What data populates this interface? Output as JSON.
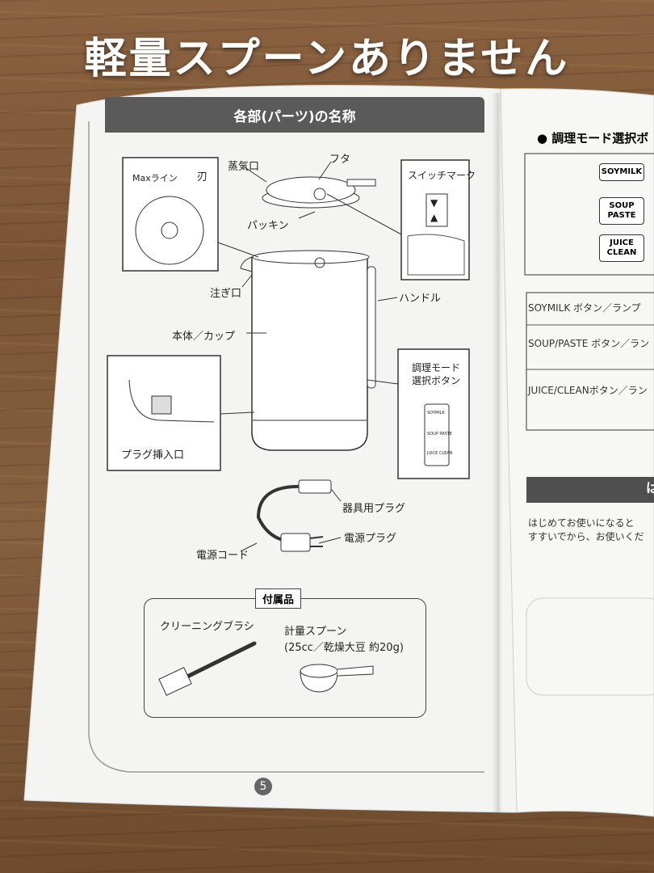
{
  "caption": "軽量スプーンありません",
  "left_page": {
    "section_title": "各部(パーツ)の名称",
    "labels": {
      "max_line": "Maxライン",
      "blade": "刃",
      "steam_port": "蒸気口",
      "lid": "フタ",
      "switch_mark": "スイッチマーク",
      "packing": "パッキン",
      "spout": "注ぎ口",
      "handle": "ハンドル",
      "body_cup": "本体／カップ",
      "mode_select_1": "調理モード",
      "mode_select_2": "選択ボタン",
      "plug_inlet": "プラグ挿入口",
      "appliance_plug": "器具用プラグ",
      "power_plug": "電源プラグ",
      "power_cord": "電源コード"
    },
    "mini_buttons": [
      "SOYMILK",
      "SOUP PASTE",
      "JUICE CLEAN"
    ],
    "arrows": [
      "▼",
      "▲"
    ],
    "accessories": {
      "title": "付属品",
      "brush": "クリーニングブラシ",
      "spoon": "計量スプーン",
      "spoon_note": "(25cc／乾燥大豆 約20g)"
    },
    "page_number": "5"
  },
  "right_page": {
    "heading": "● 調理モード選択ボ",
    "buttons": [
      {
        "l1": "SOYMILK",
        "l2": ""
      },
      {
        "l1": "SOUP",
        "l2": "PASTE"
      },
      {
        "l1": "JUICE",
        "l2": "CLEAN"
      }
    ],
    "rows": [
      "SOYMILK ボタン／ランプ",
      "SOUP/PASTE ボタン／ラン",
      "JUICE/CLEANボタン／ラン"
    ],
    "banner": "は",
    "intro_1": "はじめてお使いになると",
    "intro_2": "すすいでから、お使いくだ"
  }
}
